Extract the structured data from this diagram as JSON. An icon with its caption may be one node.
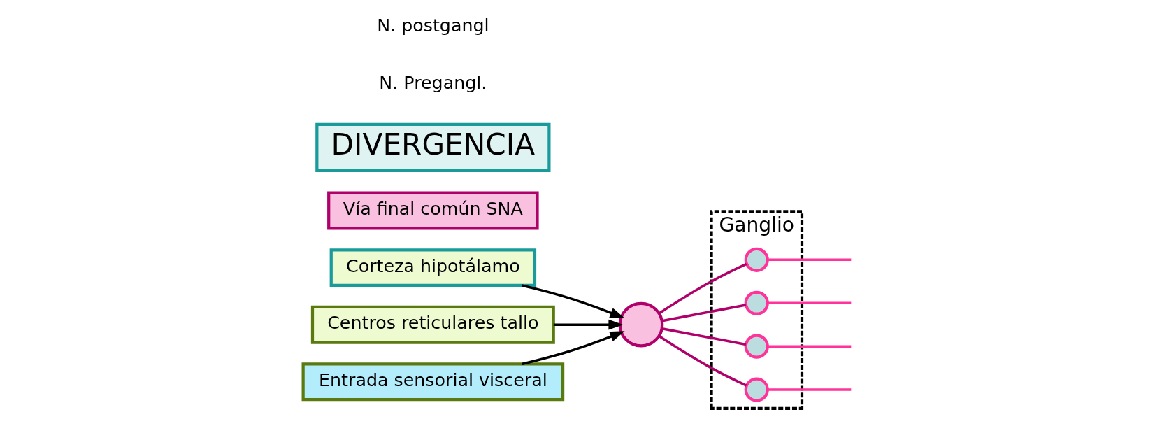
{
  "diagram": {
    "nodes": [
      {
        "text": [
          "Corteza hipotálamo"
        ]
      },
      {
        "text": [
          "Centros reticulares tallo"
        ]
      },
      {
        "text": [
          "Entrada sensorial visceral"
        ]
      },
      {
        "text": [],
        "shape": "circle"
      },
      {
        "text": [
          "Vía final común SNA"
        ]
      },
      {
        "text": [
          "Ganglio"
        ]
      },
      {
        "text": [],
        "shape": "circle",
        "in": 5
      },
      {
        "text": [],
        "shape": "circle",
        "in": 5
      },
      {
        "text": [],
        "shape": "circle",
        "in": 5
      },
      {
        "text": [],
        "shape": "circle",
        "in": 5
      },
      {
        "text": [
          "DIVERGENCIA"
        ]
      }
    ],
    "edges": [
      {
        "from": 0,
        "to": 3,
        "arrow": "to",
        "color": "#000000"
      },
      {
        "from": 1,
        "to": 3,
        "arrow": "to",
        "color": "#000000"
      },
      {
        "from": 2,
        "to": 3,
        "arrow": "to",
        "color": "#000000"
      },
      {
        "from": 3,
        "to": 6,
        "arrow": "none",
        "color": "#b0006a"
      },
      {
        "from": 3,
        "to": 7,
        "arrow": "none",
        "color": "#b0006a"
      },
      {
        "from": 3,
        "to": 8,
        "arrow": "none",
        "color": "#b0006a"
      },
      {
        "from": 3,
        "to": 9,
        "arrow": "none",
        "color": "#b0006a"
      },
      {
        "from": 6,
        "to": null,
        "arrow": "none",
        "color": "#ff3399"
      },
      {
        "from": 7,
        "to": null,
        "arrow": "none",
        "color": "#ff3399"
      },
      {
        "from": 8,
        "to": null,
        "arrow": "none",
        "color": "#ff3399"
      },
      {
        "from": 9,
        "to": null,
        "arrow": "none",
        "color": "#ff3399"
      }
    ],
    "labels": [
      "N. Pregangl.",
      "N. postgangl"
    ]
  }
}
